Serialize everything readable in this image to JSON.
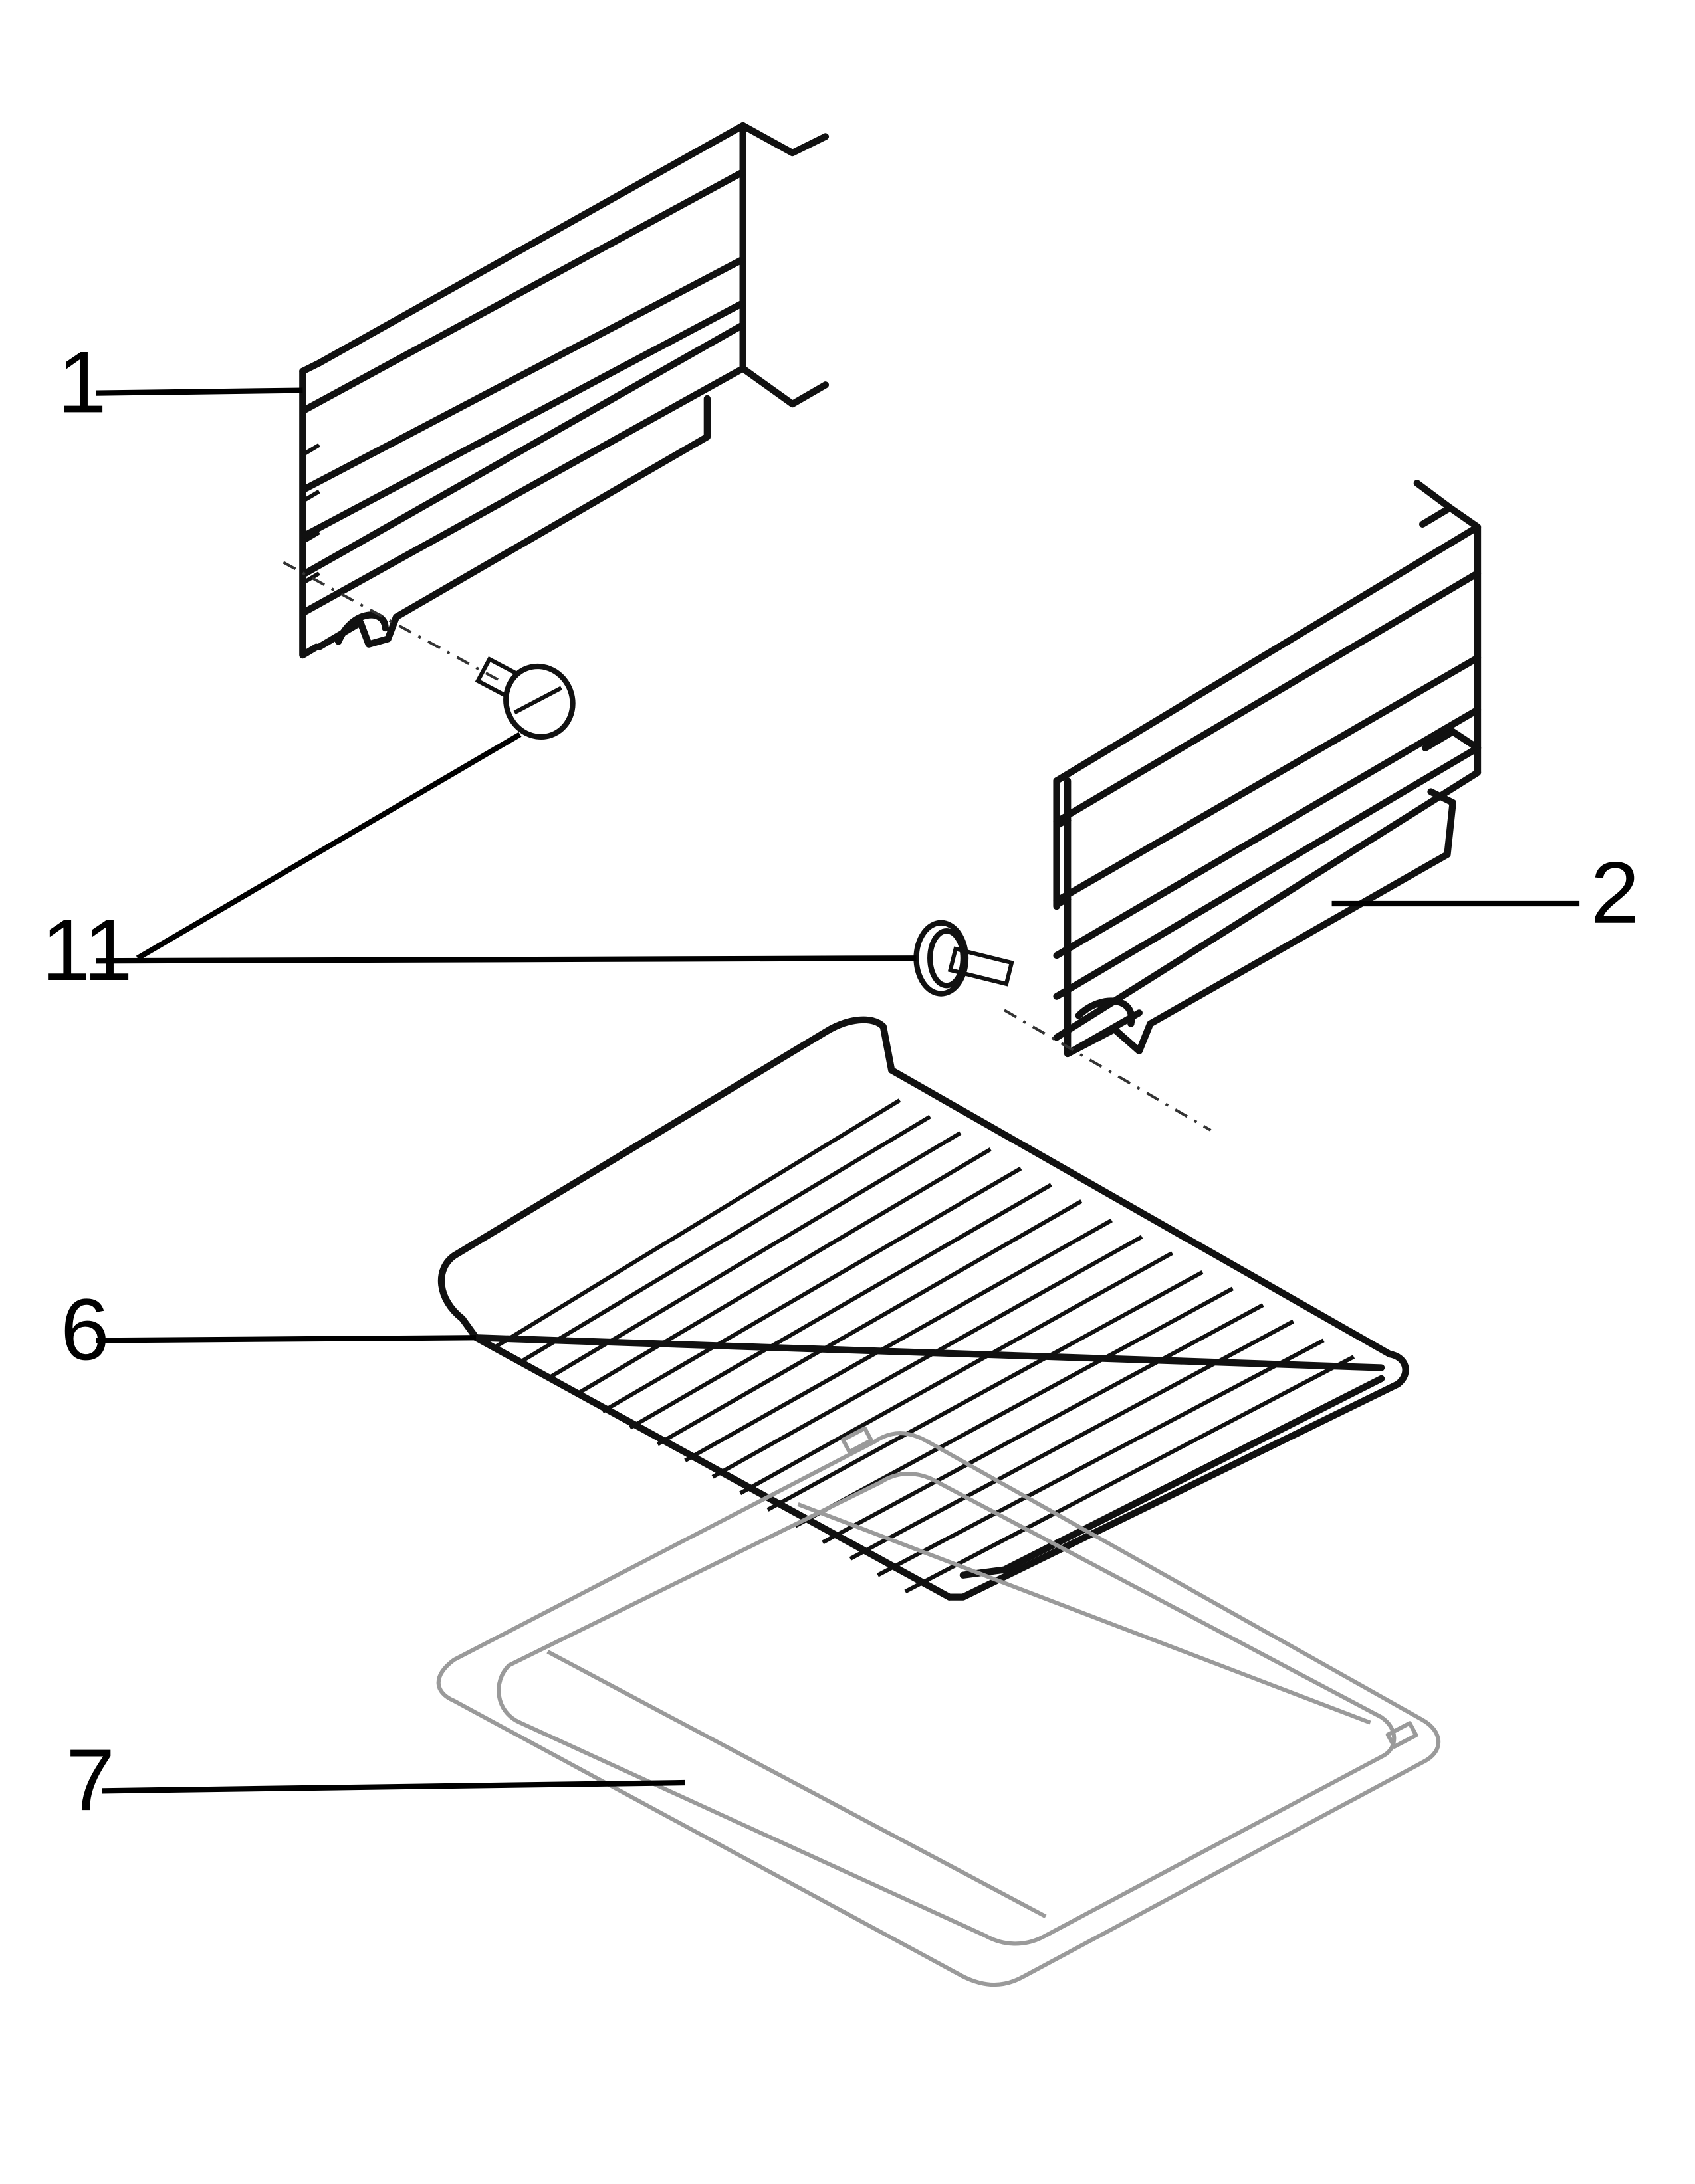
{
  "callouts": [
    {
      "id": "1",
      "label": "1"
    },
    {
      "id": "2",
      "label": "2"
    },
    {
      "id": "11",
      "label": "11"
    },
    {
      "id": "6",
      "label": "6"
    },
    {
      "id": "7",
      "label": "7"
    }
  ]
}
